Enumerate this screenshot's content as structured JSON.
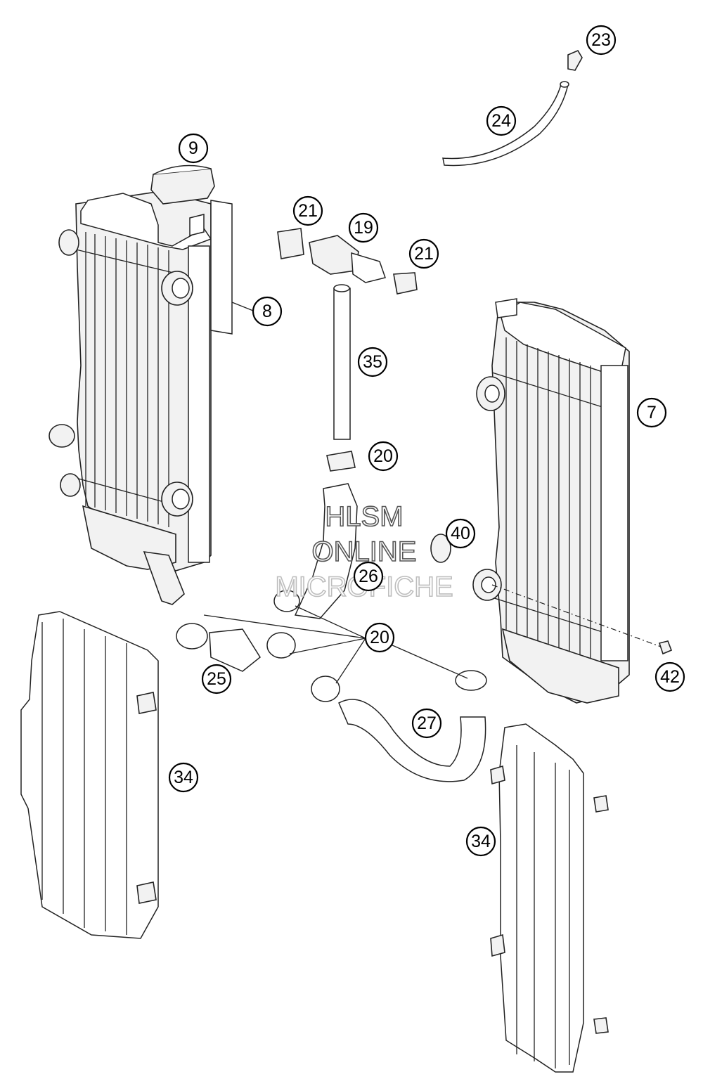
{
  "callouts": {
    "c23": "23",
    "c24": "24",
    "c9": "9",
    "c21a": "21",
    "c19": "19",
    "c21b": "21",
    "c8": "8",
    "c35": "35",
    "c7": "7",
    "c20a": "20",
    "c40": "40",
    "c26": "26",
    "c20b": "20",
    "c25": "25",
    "c42": "42",
    "c27": "27",
    "c34a": "34",
    "c34b": "34"
  },
  "watermark": {
    "line1": "HLSM",
    "line2": "ONLINE",
    "line3": "MICROFICHE"
  }
}
